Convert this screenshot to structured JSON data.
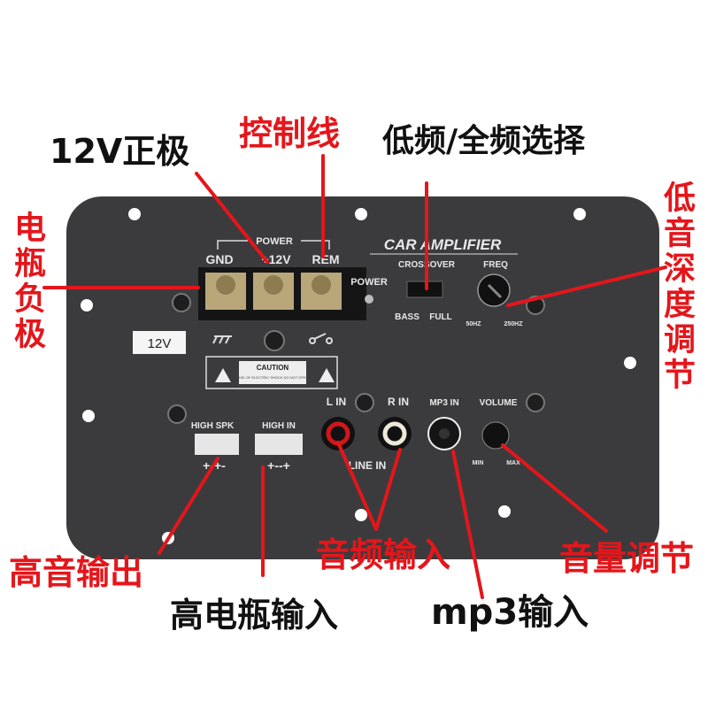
{
  "annotations": {
    "positive_12v": "12V正极",
    "control_wire": "控制线",
    "crossover_select": "低频/全频选择",
    "battery_negative": "电瓶负极",
    "bass_depth": "低音深度调节",
    "tweeter_output": "高音输出",
    "high_level_input": "高电瓶输入",
    "audio_input": "音频输入",
    "mp3_input": "mp3输入",
    "volume_adjust": "音量调节"
  },
  "panel": {
    "title": "CAR AMPLIFIER",
    "power_group": "POWER",
    "gnd": "GND",
    "plus12v": "+12V",
    "rem": "REM",
    "power_led": "POWER",
    "crossover": "CROSSOVER",
    "bass": "BASS",
    "full": "FULL",
    "freq": "FREQ",
    "freq_min": "50HZ",
    "freq_max": "250HZ",
    "voltage_sticker": "12V",
    "caution": "CAUTION",
    "caution_text": "RISK OF ELECTRIC SHOCK DO NOT OPEN",
    "high_spk": "HIGH SPK",
    "high_spk_pins": "+-+-",
    "high_in": "HIGH IN",
    "high_in_pins": "+--+",
    "l_in": "L IN",
    "r_in": "R IN",
    "line_in": "LINE IN",
    "mp3_in": "MP3 IN",
    "volume": "VOLUME",
    "vol_min": "MIN",
    "vol_max": "MAX"
  },
  "colors": {
    "annotation_red": "#e4161b",
    "panel": "#3b3b3d"
  }
}
